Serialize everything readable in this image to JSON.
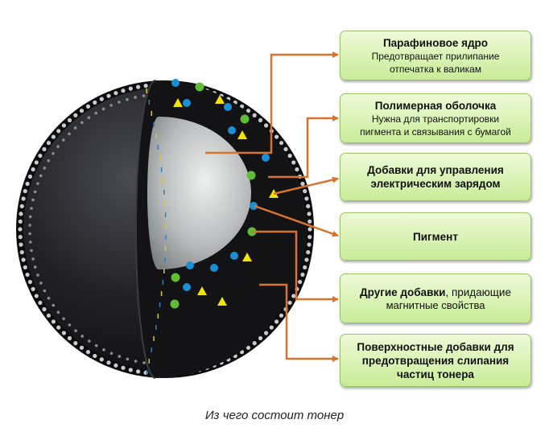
{
  "labels": {
    "core": {
      "title": "Парафиновое ядро",
      "subtitle_line1": "Предотвращает прилипание",
      "subtitle_line2": "отпечатка к валикам"
    },
    "shell": {
      "title": "Полимерная оболочка",
      "subtitle_line1": "Нужна для транспортировки",
      "subtitle_line2": "пигмента и связывания с бумагой"
    },
    "charge": {
      "title_line1": "Добавки для управления",
      "title_line2": "электрическим зарядом"
    },
    "pigment": {
      "title": "Пигмент"
    },
    "magnetic": {
      "title_bold": "Другие добавки",
      "title_rest": ", придающие",
      "title_line2": "магнитные свойства"
    },
    "surface": {
      "title_line1": "Поверхностные добавки для",
      "title_line2": "предотвращения слипания",
      "title_line3": "частиц тонера"
    }
  },
  "caption": "Из чего состоит тонер",
  "colors": {
    "arrow": "#d7742e",
    "box_border": "#9cc36a",
    "box_top": "#edfad8",
    "box_bottom": "#c9ec98",
    "blue_particle": "#1a8fd6",
    "green_particle": "#5fbd35",
    "yellow_particle": "#f2e300",
    "sphere_dark": "#1c1c20"
  }
}
